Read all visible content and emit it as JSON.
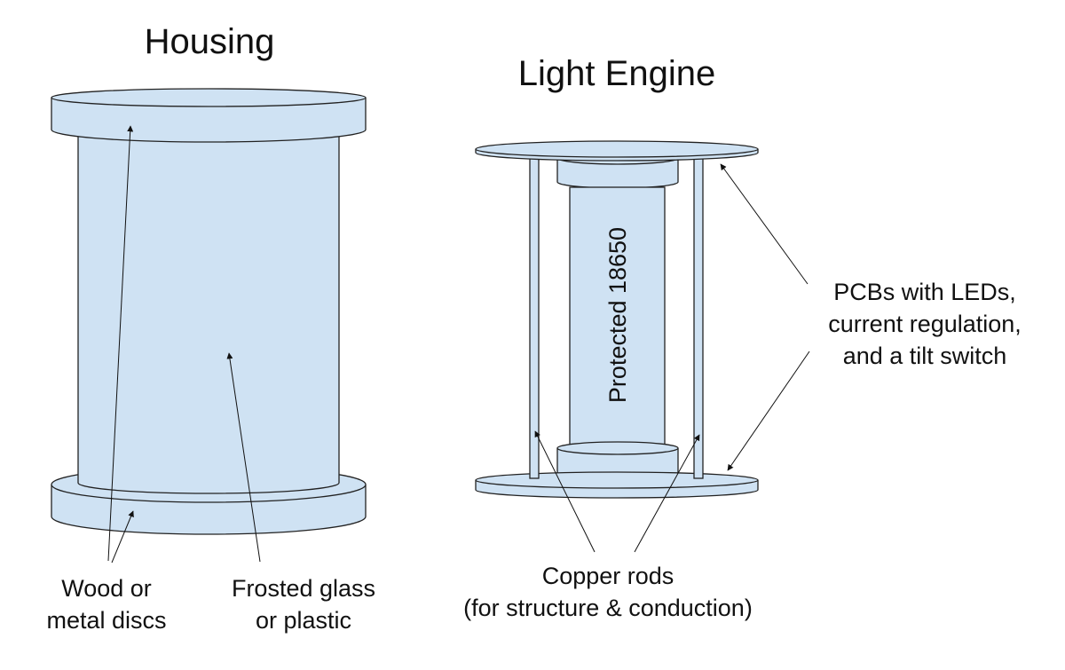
{
  "titles": {
    "housing": "Housing",
    "light_engine": "Light Engine"
  },
  "labels": {
    "battery": "Protected 18650",
    "discs": [
      "Wood or",
      "metal discs"
    ],
    "glass": [
      "Frosted glass",
      "or plastic"
    ],
    "pcb": [
      "PCBs with LEDs,",
      "current regulation,",
      "and a tilt switch"
    ],
    "rods": [
      "Copper rods",
      "(for structure & conduction)"
    ]
  },
  "colors": {
    "part_fill": "#cfe2f3",
    "outline": "#222222",
    "text": "#111111"
  }
}
